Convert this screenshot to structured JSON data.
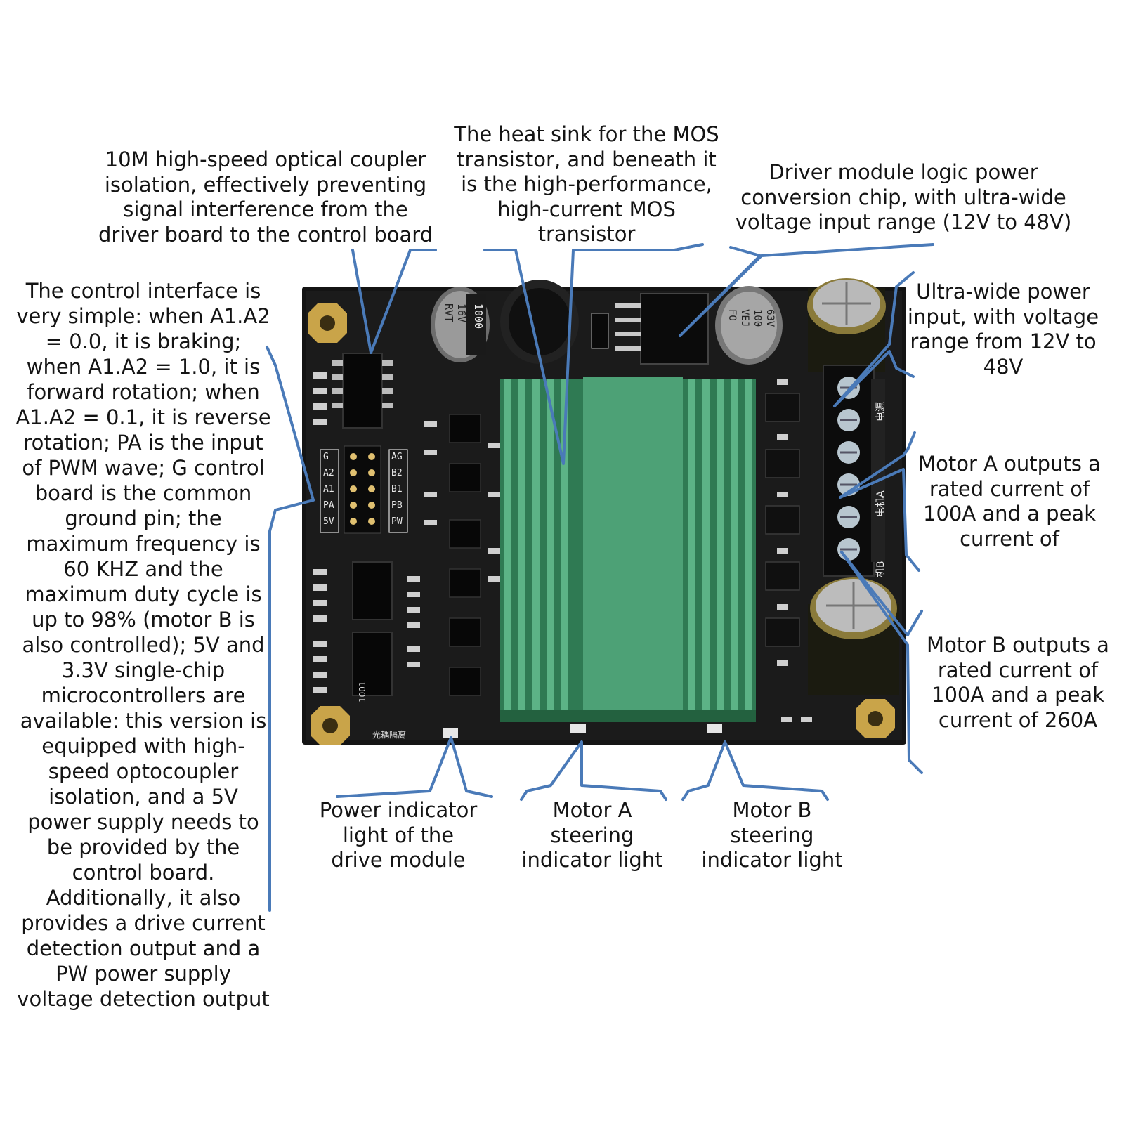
{
  "labels": {
    "optocoupler": "10M high-speed optical coupler isolation, effectively preventing signal interference from the driver board to the control board",
    "heatsink": "The heat sink for the MOS transistor, and beneath it is the high-performance, high-current MOS transistor",
    "logic_power": "Driver module logic power conversion chip, with ultra-wide voltage input range (12V to 48V)",
    "control_interface": "The control interface is very simple: when A1.A2 = 0.0, it is braking; when A1.A2 = 1.0, it is forward rotation; when A1.A2 = 0.1, it is reverse rotation; PA is the input of PWM wave; G control board is the common ground pin; the maximum frequency is 60 KHZ and the maximum duty cycle is up to 98% (motor B is also controlled); 5V and 3.3V single-chip microcontrollers are available: this version is equipped with high-speed optocoupler isolation, and a 5V power supply needs to be provided by the control board. Additionally, it also provides a drive current detection output and a PW power supply voltage detection output",
    "power_input": "Ultra-wide power input, with voltage range from 12V to 48V",
    "motor_a_output": "Motor A outputs a rated current of 100A and a peak current of",
    "motor_b_output": "Motor B outputs a rated current of 100A and a peak current of 260A",
    "power_indicator": "Power indicator light of the drive module",
    "motor_a_indicator": "Motor A steering indicator light",
    "motor_b_indicator": "Motor B steering indicator light"
  },
  "board_print": {
    "cap1": [
      "1000",
      "16V",
      "RVT"
    ],
    "cap2": [
      "63V",
      "100",
      "VEJ",
      "FO"
    ],
    "pins_left": [
      "G",
      "A2",
      "A1",
      "PA",
      "5V"
    ],
    "pins_right": [
      "AG",
      "B2",
      "B1",
      "PB",
      "PW"
    ],
    "silk_motor_a": "电机A",
    "silk_power": "电源",
    "silk_motor_b": "机B",
    "silk_bottom": "光耦隔离",
    "silk_1001": "1001"
  },
  "colors": {
    "leader_line": "#4a7ab8",
    "pcb": "#141414",
    "heatsink": "#3f9468",
    "pad_gold": "#c9a449"
  }
}
